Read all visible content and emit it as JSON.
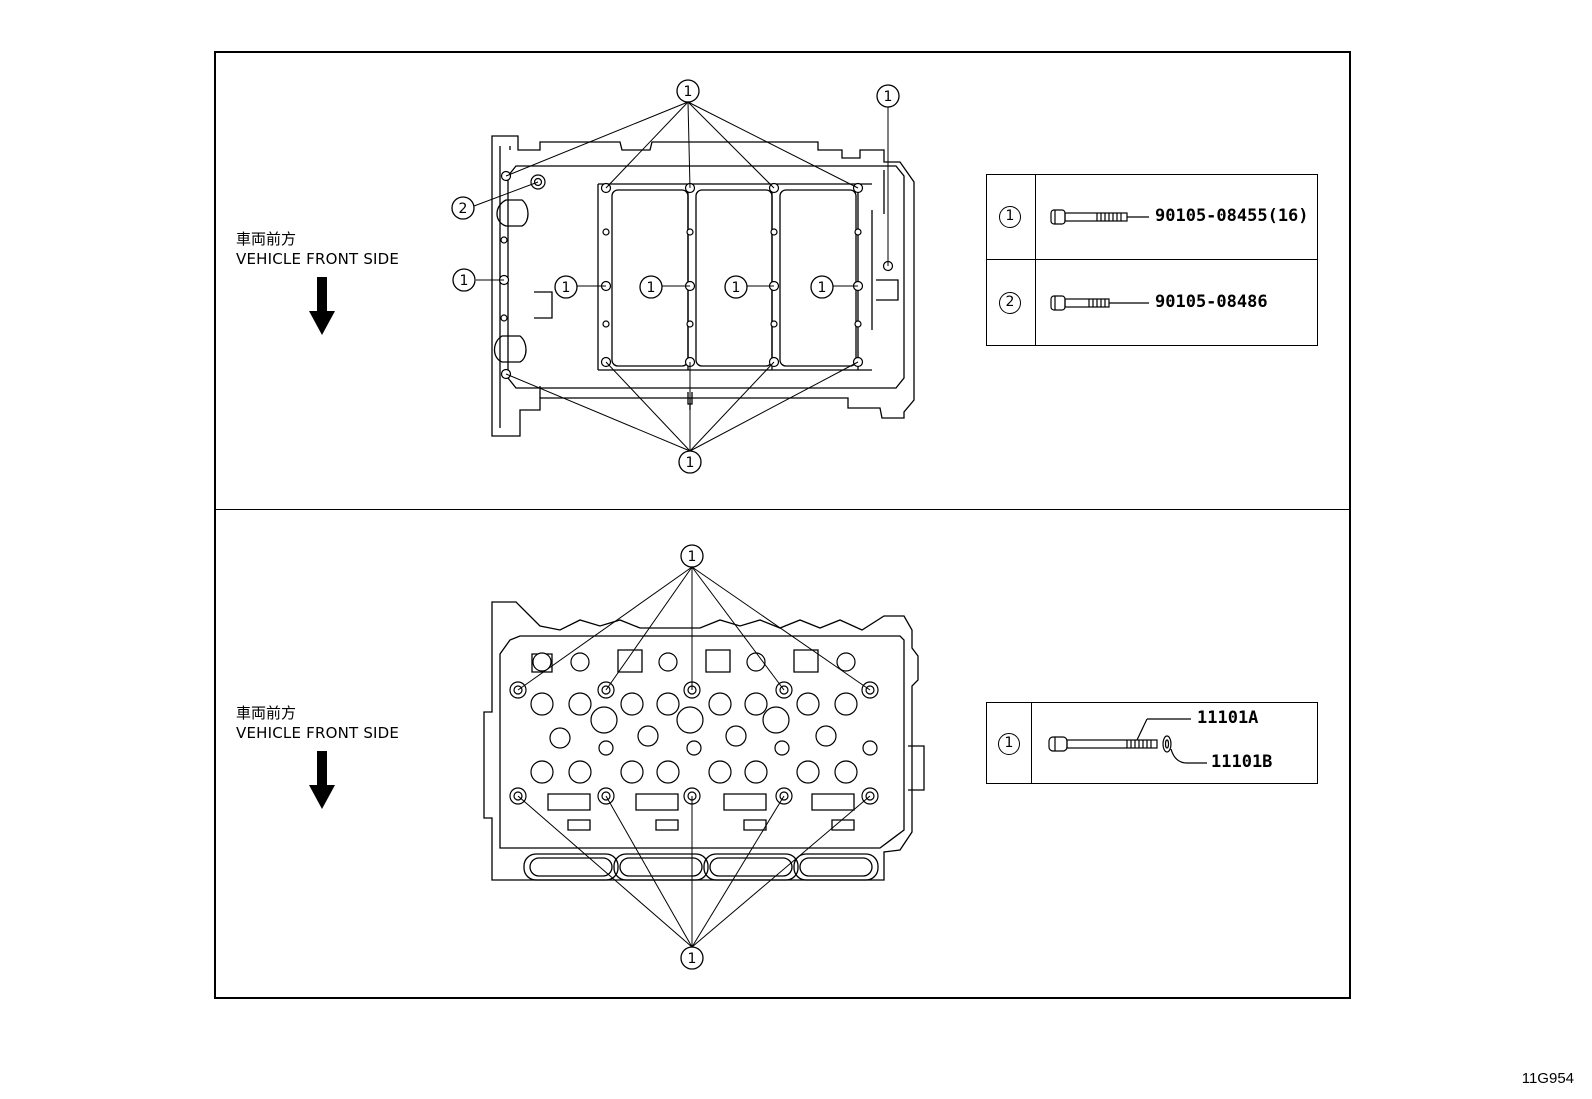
{
  "direction": {
    "jp": "車両前方",
    "en": "VEHICLE FRONT SIDE"
  },
  "callouts": {
    "one": "1",
    "two": "2"
  },
  "legend_top": {
    "rows": [
      {
        "index": "1",
        "part_number": "90105-08455(16)"
      },
      {
        "index": "2",
        "part_number": "90105-08486"
      }
    ]
  },
  "legend_bottom": {
    "rows": [
      {
        "index": "1",
        "part_number_a": "11101A",
        "part_number_b": "11101B"
      }
    ]
  },
  "figure_id": "11G954"
}
